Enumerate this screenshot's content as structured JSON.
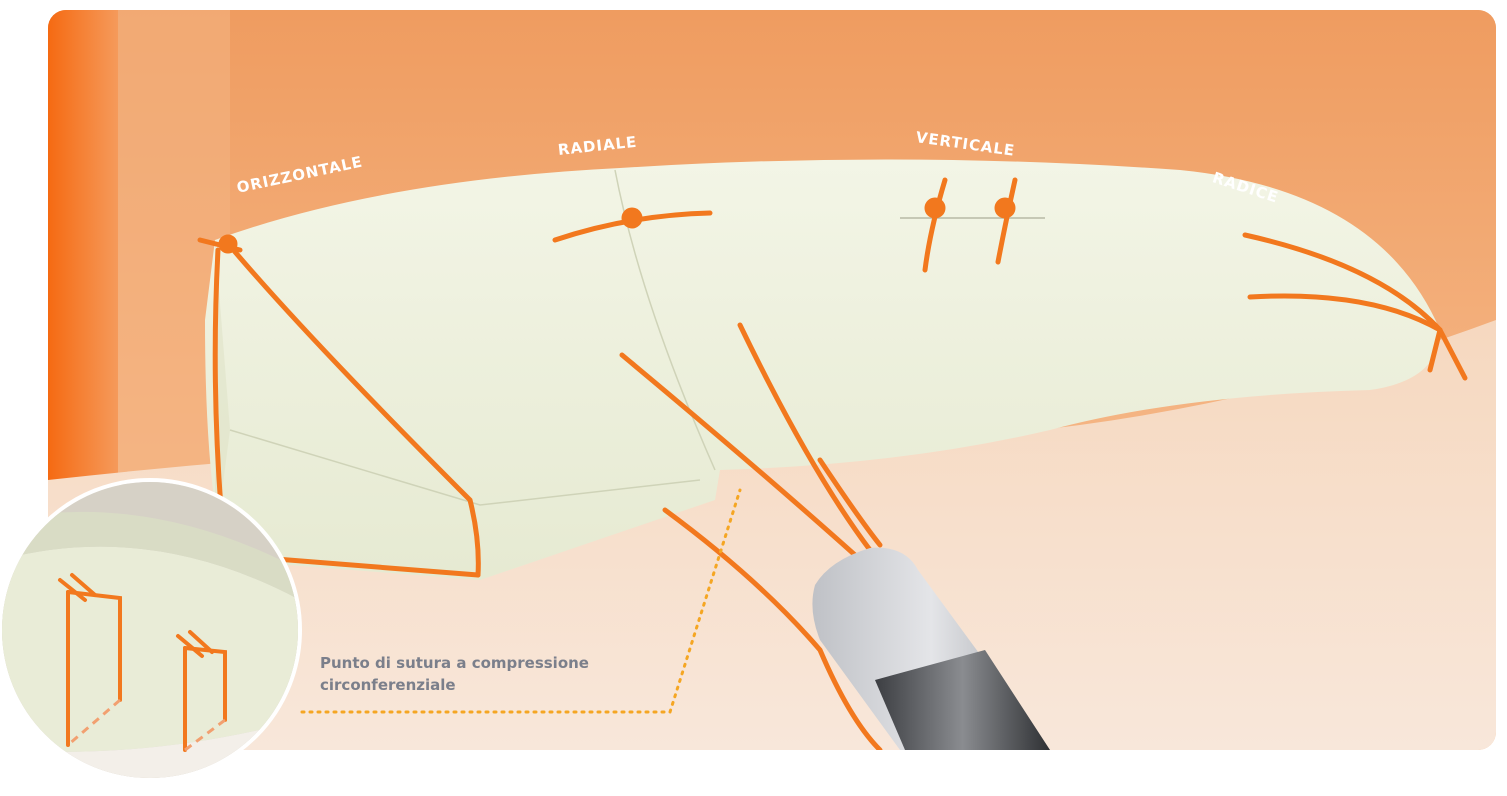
{
  "image": {
    "description_free": true,
    "colors": {
      "suture": "#f2781e",
      "tissue": "#eef1e1",
      "background_orange": "#f4a86f",
      "label_text": "#ffffff",
      "callout_text": "#7b7f8b",
      "dotted_line": "#f5a623"
    }
  },
  "labels": {
    "orizzontale": "ORIZZONTALE",
    "radiale": "RADIALE",
    "verticale": "VERTICALE",
    "radice": "RADICE"
  },
  "callout": {
    "line1": "Punto di sutura a compressione",
    "line2": "circonferenziale"
  }
}
